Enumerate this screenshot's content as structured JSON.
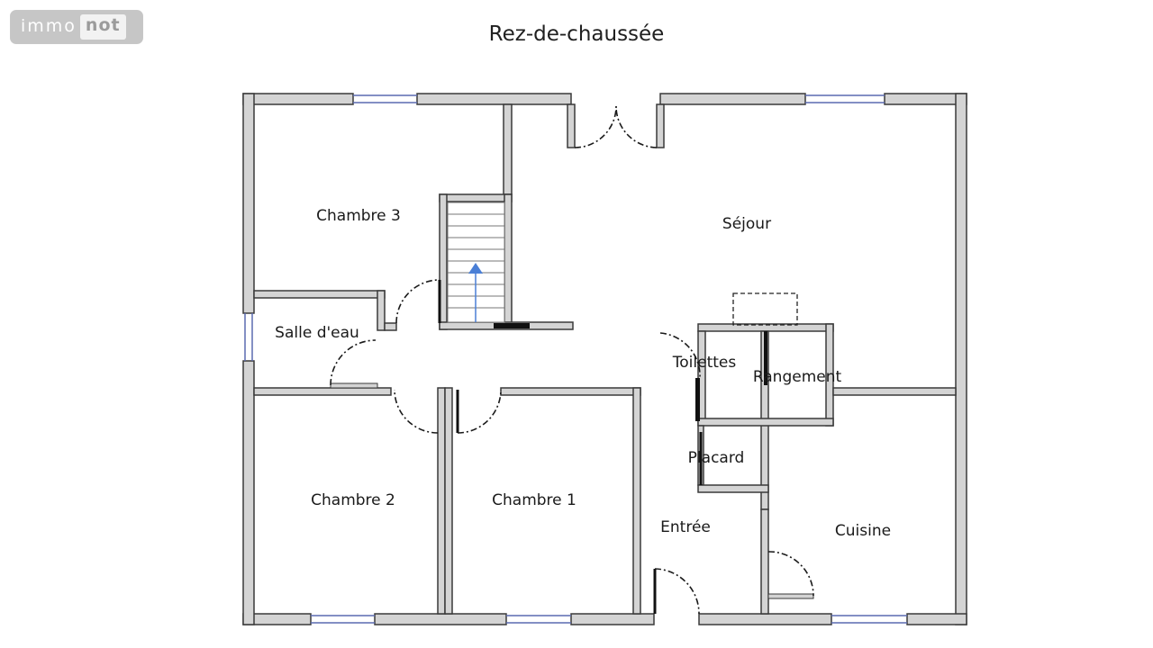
{
  "logo": {
    "part1": "immo",
    "part2": "not"
  },
  "floor_title": "Rez-de-chaussée",
  "rooms": {
    "chambre3": "Chambre 3",
    "sejour": "Séjour",
    "salle_eau": "Salle d'eau",
    "toilettes": "Toilettes",
    "rangement": "Rangement",
    "placard": "Placard",
    "chambre2": "Chambre 2",
    "chambre1": "Chambre 1",
    "entree": "Entrée",
    "cuisine": "Cuisine"
  },
  "colors": {
    "wall_fill": "#d4d4d4",
    "wall_stroke": "#3a3a3a",
    "window": "#5a6ab0",
    "stair_arrow": "#4a7fd6"
  }
}
